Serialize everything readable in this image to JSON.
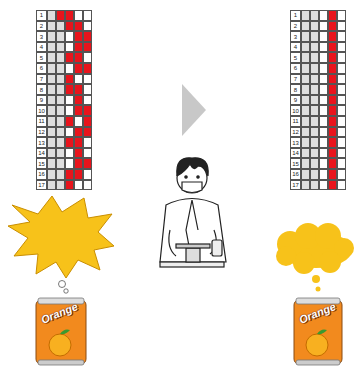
{
  "diagram": {
    "labels": [
      "1",
      "2",
      "3",
      "4",
      "5",
      "6",
      "7",
      "8",
      "9",
      "10",
      "11",
      "12",
      "13",
      "14",
      "15",
      "16",
      "17",
      "1",
      "2",
      "3",
      "4",
      "5",
      "6",
      "7",
      "8",
      "9",
      "10",
      "11",
      "12",
      "13",
      "14",
      "15",
      "16",
      "17",
      "Orange",
      "Orange"
    ]
  }
}
